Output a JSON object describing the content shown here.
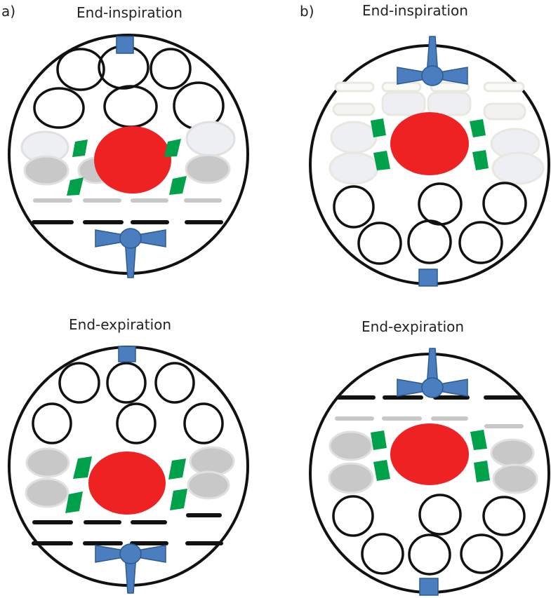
{
  "panels": {
    "a": {
      "label": "a)"
    },
    "b": {
      "label": "b)"
    }
  },
  "titles": {
    "a_top": "End-inspiration",
    "b_top": "End-inspiration",
    "a_bottom": "End-expiration",
    "b_bottom": "End-expiration"
  },
  "colors": {
    "heart": "#ee2222",
    "lymph": "#00a14b",
    "probe": "#4a7ebf",
    "probe_stroke": "#2a5a94",
    "outline": "#111111",
    "gray_dark": "#c8c8c8",
    "gray_light": "#eeeff2"
  }
}
